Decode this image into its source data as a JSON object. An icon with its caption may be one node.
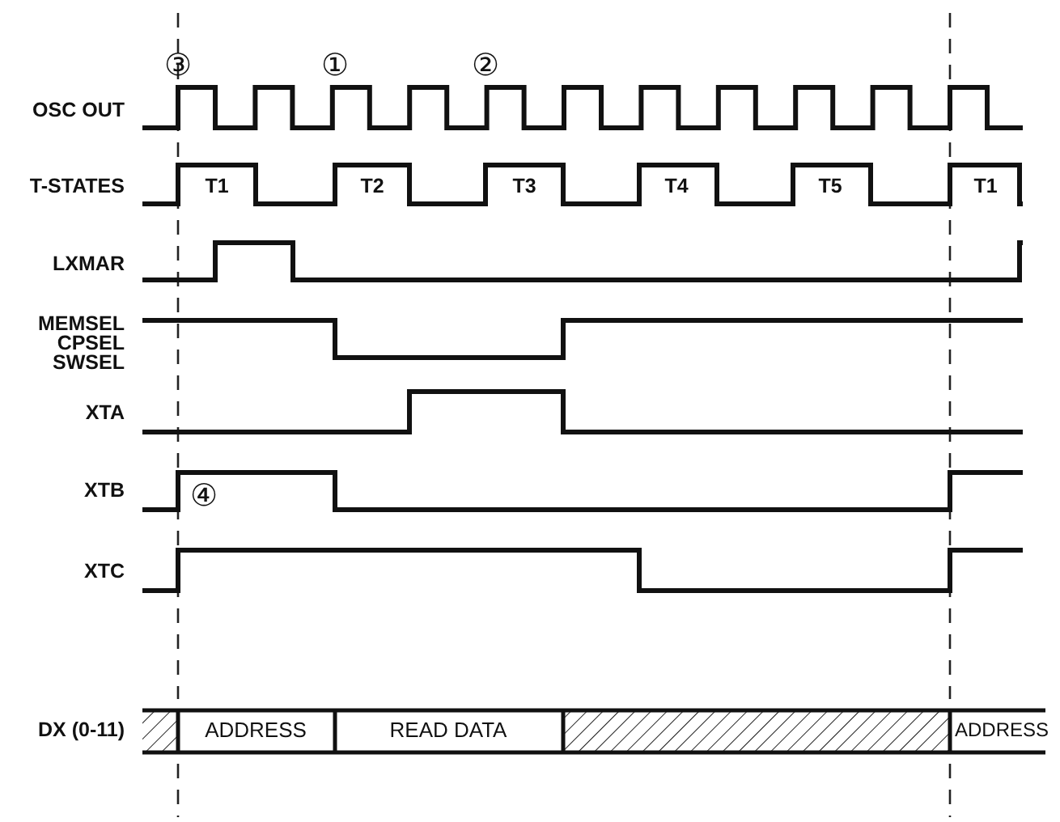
{
  "diagram": {
    "labels": [
      "③",
      "①",
      "②",
      "OSC OUT",
      "T-STATES",
      "T1",
      "T2",
      "T3",
      "T4",
      "T5",
      "T1",
      "LXMAR",
      "MEMSEL",
      "CPSEL",
      "SWSEL",
      "XTA",
      "XTB",
      "④",
      "XTC",
      "DX (0-11)",
      "ADDRESS",
      "READ DATA",
      "ADDRESS"
    ]
  }
}
